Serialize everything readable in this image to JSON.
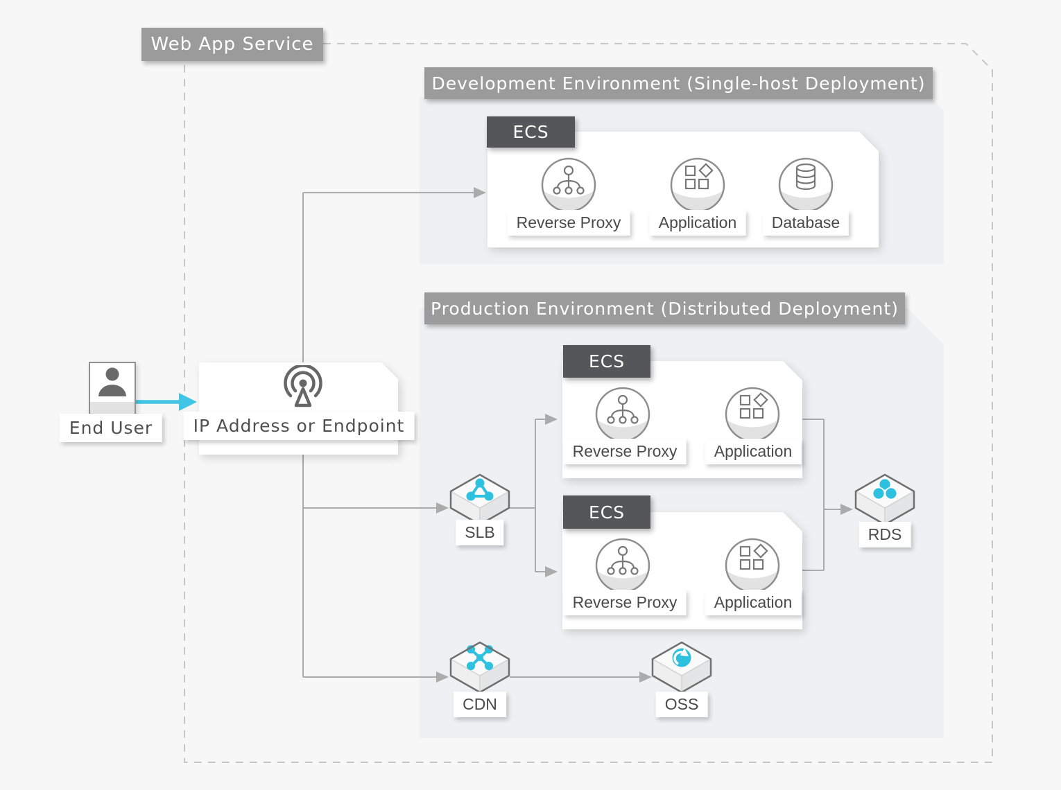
{
  "title": {
    "label": "Web App Service"
  },
  "end_user": {
    "label": "End User"
  },
  "gateway": {
    "label": "IP Address or Endpoint"
  },
  "environments": {
    "development": {
      "header": "Development Environment (Single-host Deployment)",
      "ecs_tag": "ECS",
      "nodes": [
        {
          "label": "Reverse Proxy",
          "icon": "reverse-proxy-icon"
        },
        {
          "label": "Application",
          "icon": "application-icon"
        },
        {
          "label": "Database",
          "icon": "database-icon"
        }
      ]
    },
    "production": {
      "header": "Production Environment (Distributed Deployment)",
      "ecs_clusters": [
        {
          "tag": "ECS",
          "nodes": [
            {
              "label": "Reverse Proxy"
            },
            {
              "label": "Application"
            }
          ]
        },
        {
          "tag": "ECS",
          "nodes": [
            {
              "label": "Reverse Proxy"
            },
            {
              "label": "Application"
            }
          ]
        }
      ],
      "services": {
        "slb": "SLB",
        "rds": "RDS",
        "cdn": "CDN",
        "oss": "OSS"
      }
    }
  },
  "colors": {
    "icon_cyan": "#2EC0DF",
    "arrow_cyan": "#42C5E5",
    "header_bg": "#9B9B9B",
    "tag_bg": "#55565A",
    "connector": "#ABABAB",
    "panel_bg": "#EDF1F3"
  }
}
